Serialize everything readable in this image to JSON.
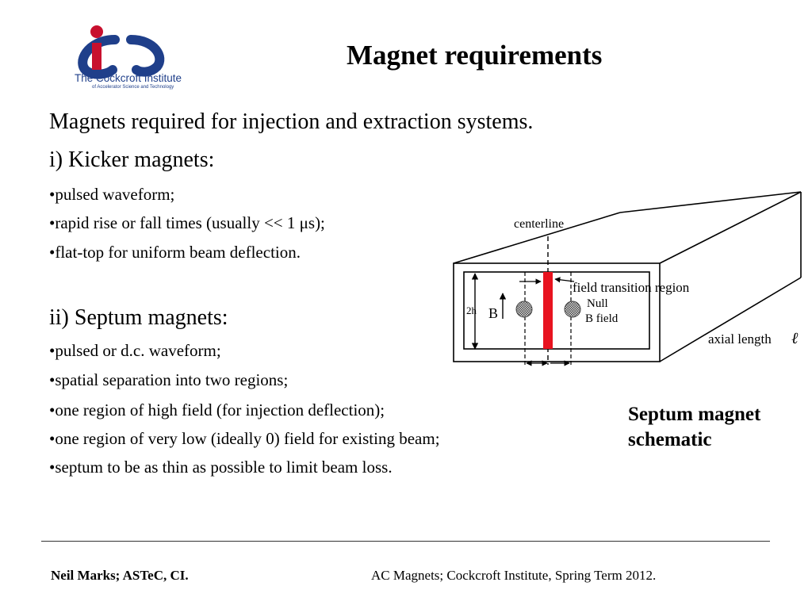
{
  "logo": {
    "line1": "The Cockcroft Institute",
    "line2": "of Accelerator Science and Technology",
    "colors": {
      "blue": "#1f3f8a",
      "red": "#c8102e"
    }
  },
  "title": "Magnet requirements",
  "intro": "Magnets required for injection and extraction systems.",
  "kicker": {
    "heading": "i) Kicker magnets:",
    "bullets": [
      "•pulsed waveform;",
      "•rapid rise or fall times (usually << 1 μs);",
      "•flat-top for uniform beam deflection."
    ]
  },
  "septum": {
    "heading": "ii) Septum magnets:",
    "bullets": [
      "•pulsed or d.c. waveform;",
      "•spatial separation into two regions;",
      "•one region of high field (for injection deflection);",
      "•one region of very low (ideally 0) field for existing beam;",
      "•septum to be as thin as possible to limit beam loss."
    ]
  },
  "diagram": {
    "labels": {
      "centerline": "centerline",
      "transition": "field transition region",
      "null1": "Null",
      "null2": "B field",
      "height": "2h",
      "b": "B",
      "axial": "axial length"
    },
    "septum_color": "#e8131f"
  },
  "caption": {
    "line1": "Septum magnet",
    "line2": "schematic"
  },
  "footer": {
    "left": "Neil Marks; ASTeC, CI.",
    "right": "AC Magnets; Cockcroft Institute, Spring Term 2012."
  }
}
